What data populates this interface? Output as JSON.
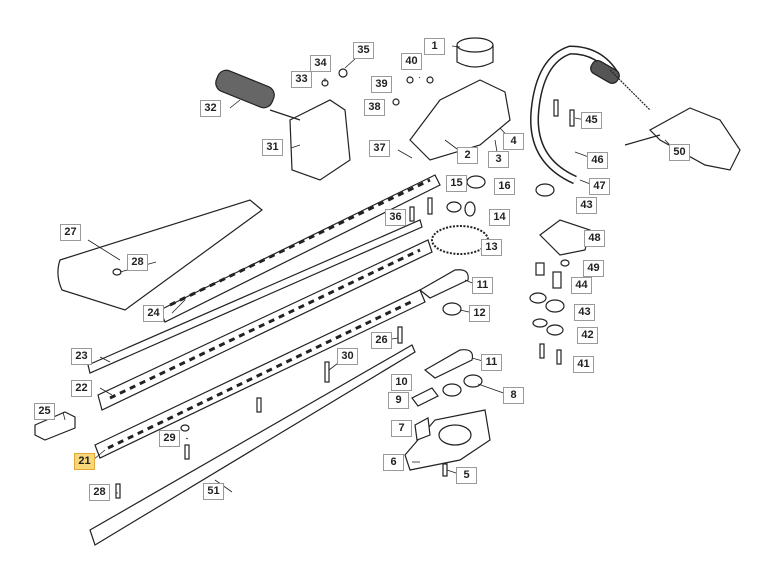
{
  "diagram": {
    "highlight_color": "#f7d779",
    "callouts": {
      "p1": "1",
      "p2": "2",
      "p3": "3",
      "p4": "4",
      "p5": "5",
      "p6": "6",
      "p7": "7",
      "p8": "8",
      "p9": "9",
      "p10": "10",
      "p11a": "11",
      "p11b": "11",
      "p12": "12",
      "p13": "13",
      "p14": "14",
      "p15": "15",
      "p16": "16",
      "p21": "21",
      "p22": "22",
      "p23": "23",
      "p24": "24",
      "p25": "25",
      "p26": "26",
      "p27": "27",
      "p28a": "28",
      "p28b": "28",
      "p29": "29",
      "p30": "30",
      "p31": "31",
      "p32": "32",
      "p33": "33",
      "p34": "34",
      "p35": "35",
      "p36": "36",
      "p37": "37",
      "p38": "38",
      "p39": "39",
      "p40": "40",
      "p41": "41",
      "p42": "42",
      "p43a": "43",
      "p43b": "43",
      "p44": "44",
      "p45": "45",
      "p46": "46",
      "p47": "47",
      "p48": "48",
      "p49": "49",
      "p50": "50",
      "p51": "51"
    },
    "selected_part": "21"
  }
}
